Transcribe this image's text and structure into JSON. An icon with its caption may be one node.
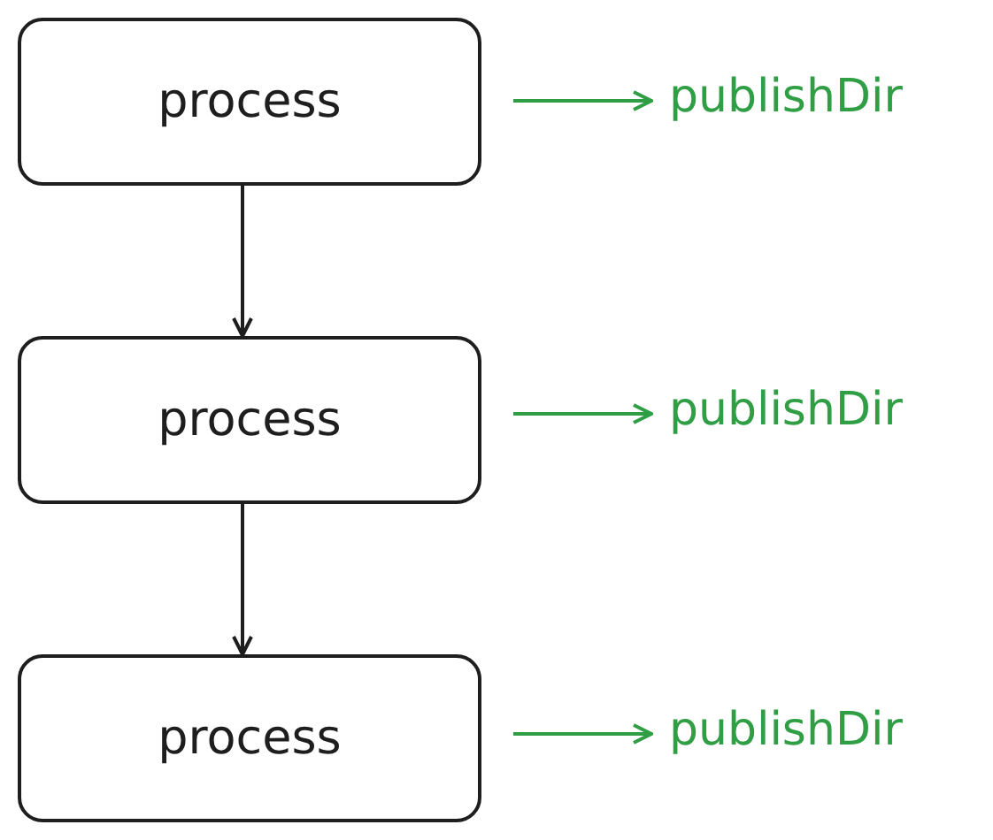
{
  "diagram": {
    "nodes": [
      {
        "text": [
          "process"
        ]
      },
      {
        "text": [
          "process"
        ]
      },
      {
        "text": [
          "process"
        ]
      },
      {
        "text": [
          "publishDir"
        ]
      },
      {
        "text": [
          "publishDir"
        ]
      },
      {
        "text": [
          "publishDir"
        ]
      }
    ],
    "edges": [
      {
        "from": 0,
        "to": 1,
        "arrow": "to",
        "color": "#1e1e1e"
      },
      {
        "from": 1,
        "to": 2,
        "arrow": "to",
        "color": "#1e1e1e"
      },
      {
        "from": null,
        "to": 3,
        "arrow": "to"
      },
      {
        "from": null,
        "to": 4,
        "arrow": "to"
      },
      {
        "from": null,
        "to": 5,
        "arrow": "to"
      }
    ]
  }
}
